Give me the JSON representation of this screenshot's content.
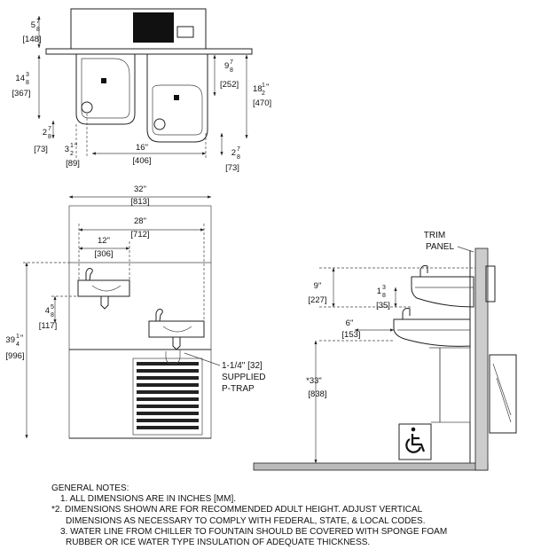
{
  "top_view": {
    "d_148": {
      "w": "5",
      "n": "7",
      "d": "8",
      "mm": "[148]"
    },
    "d_367": {
      "w": "14",
      "n": "3",
      "d": "8",
      "mm": "[367]"
    },
    "d_252": {
      "w": "9",
      "n": "7",
      "d": "8",
      "mm": "[252]"
    },
    "d_470": {
      "w": "18",
      "n": "1",
      "d": "2",
      "suffix": "\"",
      "mm": "[470]"
    },
    "d_73_left": {
      "w": "2",
      "n": "7",
      "d": "8",
      "mm": "[73]"
    },
    "d_89": {
      "w": "3",
      "n": "1",
      "d": "2",
      "suffix": "\"",
      "mm": "[89]"
    },
    "d_406": {
      "in": "16\"",
      "mm": "[406]"
    },
    "d_73_right": {
      "w": "2",
      "n": "7",
      "d": "8",
      "mm": "[73]"
    }
  },
  "front_view": {
    "d_813": {
      "in": "32\"",
      "mm": "[813]"
    },
    "d_712": {
      "in": "28\"",
      "mm": "[712]"
    },
    "d_306": {
      "in": "12\"",
      "mm": "[306]"
    },
    "d_117": {
      "w": "4",
      "n": "5",
      "d": "8",
      "mm": "[117]"
    },
    "d_996": {
      "w": "39",
      "n": "1",
      "d": "4",
      "suffix": "\"",
      "mm": "[996]"
    },
    "ptrap": {
      "line1": "1-1/4\" [32]",
      "line2": "SUPPLIED",
      "line3": "P-TRAP"
    }
  },
  "side_view": {
    "trim_panel": {
      "line1": "TRIM",
      "line2": "PANEL"
    },
    "d_227": {
      "in": "9\"",
      "mm": "[227]"
    },
    "d_35": {
      "w": "1",
      "n": "3",
      "d": "8",
      "mm": "[35]"
    },
    "d_153": {
      "in": "6\"",
      "mm": "[153]"
    },
    "d_838": {
      "in": "*33\"",
      "mm": "[838]"
    }
  },
  "notes": {
    "title": "GENERAL NOTES:",
    "n1": "1. ALL DIMENSIONS ARE IN INCHES [MM].",
    "n2a": "*2. DIMENSIONS SHOWN ARE FOR RECOMMENDED ADULT HEIGHT. ADJUST VERTICAL",
    "n2b": "DIMENSIONS AS NECESSARY TO COMPLY WITH FEDERAL, STATE, & LOCAL CODES.",
    "n3a": "3. WATER LINE FROM CHILLER TO FOUNTAIN SHOULD BE COVERED WITH SPONGE FOAM",
    "n3b": "RUBBER OR ICE WATER TYPE INSULATION OF ADEQUATE THICKNESS."
  },
  "icons": [
    "wheelchair-accessibility-icon"
  ]
}
